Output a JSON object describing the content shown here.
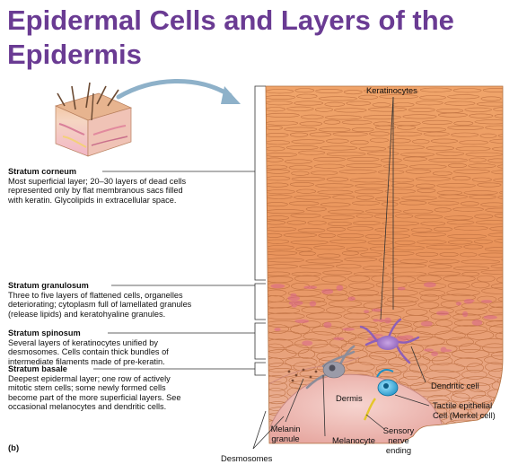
{
  "title": "Epidermal Cells and Layers of the Epidermis",
  "panel_label": "(b)",
  "layers": [
    {
      "name": "Stratum corneum",
      "desc": [
        "Most superficial layer; 20–30 layers of dead cells",
        "represented only by flat membranous sacs filled",
        "with keratin. Glycolipids in extracellular space."
      ]
    },
    {
      "name": "Stratum granulosum",
      "desc": [
        "Three to five layers of flattened cells, organelles",
        "deteriorating; cytoplasm full of lamellated granules",
        "(release lipids) and keratohyaline granules."
      ]
    },
    {
      "name": "Stratum spinosum",
      "desc": [
        "Several layers of keratinocytes unified by",
        "desmosomes. Cells contain thick bundles of",
        "intermediate filaments made of pre-keratin."
      ]
    },
    {
      "name": "Stratum basale",
      "desc": [
        "Deepest epidermal layer; one row of actively",
        "mitotic stem cells; some newly formed cells",
        "become part of the more superficial layers. See",
        "occasional melanocytes and dendritic cells."
      ]
    }
  ],
  "labels": {
    "keratinocytes": "Keratinocytes",
    "dendritic_cell": "Dendritic cell",
    "tactile_cell": [
      "Tactile epithelial",
      "Cell (Merkel cell)"
    ],
    "sensory_nerve": [
      "Sensory",
      "nerve",
      "ending"
    ],
    "dermis": "Dermis",
    "melanin_granule": [
      "Melanin",
      "granule"
    ],
    "melanocyte": "Melanocyte",
    "desmosomes": "Desmosomes"
  }
}
